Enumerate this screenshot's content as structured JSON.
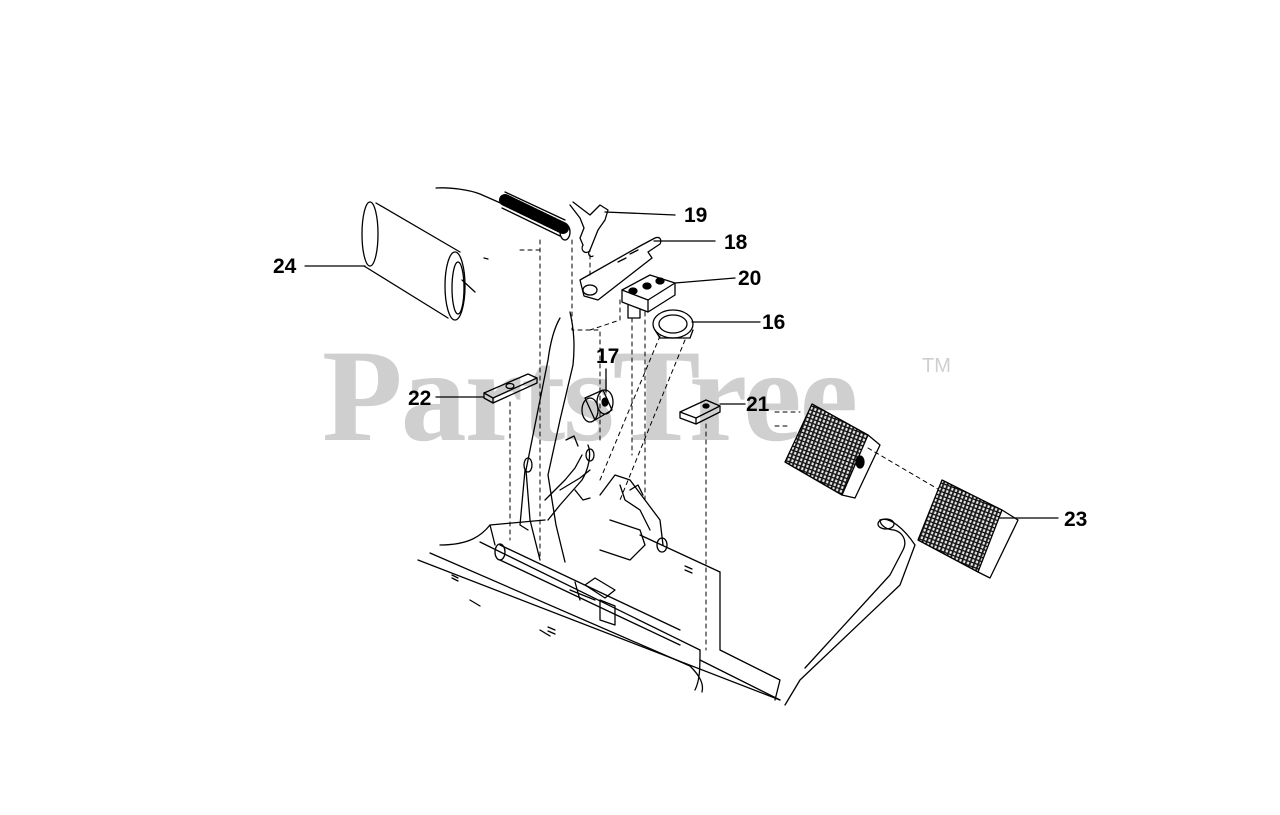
{
  "watermark": {
    "brand": "PartsTree",
    "tm": "TM"
  },
  "callouts": [
    {
      "id": "24",
      "label": "24"
    },
    {
      "id": "19",
      "label": "19"
    },
    {
      "id": "18",
      "label": "18"
    },
    {
      "id": "20",
      "label": "20"
    },
    {
      "id": "16",
      "label": "16"
    },
    {
      "id": "17",
      "label": "17"
    },
    {
      "id": "22",
      "label": "22"
    },
    {
      "id": "21",
      "label": "21"
    },
    {
      "id": "23",
      "label": "23"
    }
  ],
  "colors": {
    "line": "#000000",
    "watermark": "#cfcfcf",
    "pad": "#333333"
  }
}
